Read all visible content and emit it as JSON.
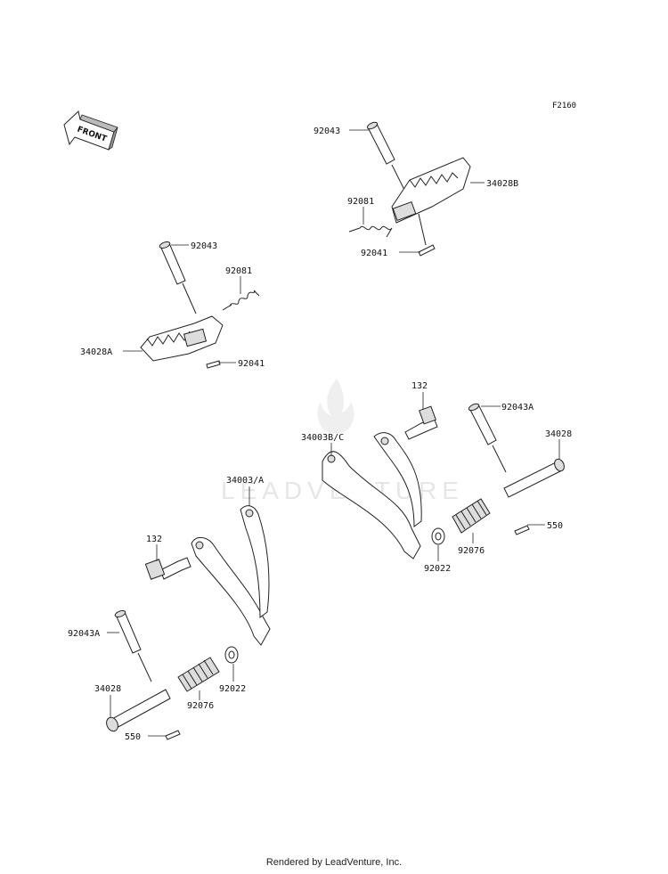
{
  "figure_code": "F2160",
  "front_marker": "FRONT",
  "watermark": "LEADVENTURE",
  "footer": "Rendered by LeadVenture, Inc.",
  "callouts": {
    "a": "92043",
    "b": "34028B",
    "c": "92081",
    "d": "92041",
    "e": "92043",
    "f": "92081",
    "g": "34028A",
    "h": "92041",
    "i": "132",
    "j": "92043A",
    "k": "34003B/C",
    "l": "34028",
    "m": "550",
    "n": "92076",
    "o": "92022",
    "p": "34003/A",
    "q": "132",
    "r": "92043A",
    "s": "92022",
    "t": "34028",
    "u": "92076",
    "v": "550"
  }
}
